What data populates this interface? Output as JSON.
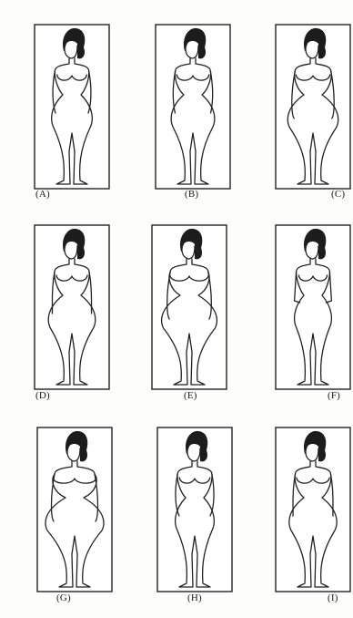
{
  "figures": [
    {
      "id": "A",
      "label": "(A)",
      "hips": 0.5,
      "bust": 0.45,
      "style": "hands-back"
    },
    {
      "id": "B",
      "label": "(B)",
      "hips": 0.58,
      "bust": 0.55,
      "style": "hands-back"
    },
    {
      "id": "C",
      "label": "(C)",
      "hips": 0.78,
      "bust": 0.62,
      "style": "arms-down"
    },
    {
      "id": "D",
      "label": "(D)",
      "hips": 0.68,
      "bust": 0.5,
      "style": "hands-back"
    },
    {
      "id": "E",
      "label": "(E)",
      "hips": 0.92,
      "bust": 0.8,
      "style": "arms-down"
    },
    {
      "id": "F",
      "label": "(F)",
      "hips": 0.4,
      "bust": 0.4,
      "style": "hands-front"
    },
    {
      "id": "G",
      "label": "(G)",
      "hips": 1.0,
      "bust": 1.0,
      "style": "arms-down"
    },
    {
      "id": "H",
      "label": "(H)",
      "hips": 0.45,
      "bust": 0.48,
      "style": "hands-back"
    },
    {
      "id": "I",
      "label": "(I)",
      "hips": 0.7,
      "bust": 0.58,
      "style": "hands-back"
    }
  ]
}
